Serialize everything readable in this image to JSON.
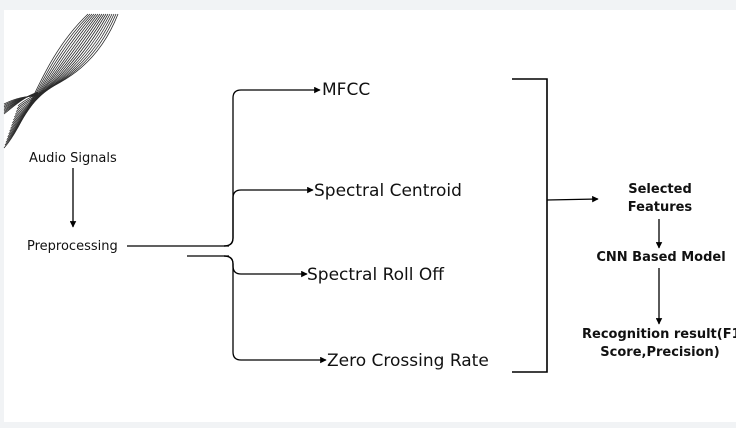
{
  "nodes": {
    "audio_signals": "Audio Signals",
    "preprocessing": "Preprocessing",
    "mfcc": "MFCC",
    "spectral_centroid": "Spectral Centroid",
    "spectral_roll_off": "Spectral Roll Off",
    "zero_crossing_rate": "Zero Crossing Rate",
    "selected_features_1": "Selected",
    "selected_features_2": "Features",
    "cnn_model": "CNN Based Model",
    "recognition_1": "Recognition result(F1",
    "recognition_2": "Score,Precision)"
  },
  "colors": {
    "background": "#f1f3f5",
    "sheet": "#ffffff",
    "lines": "#000000",
    "decoration": "#2a2a2a"
  }
}
